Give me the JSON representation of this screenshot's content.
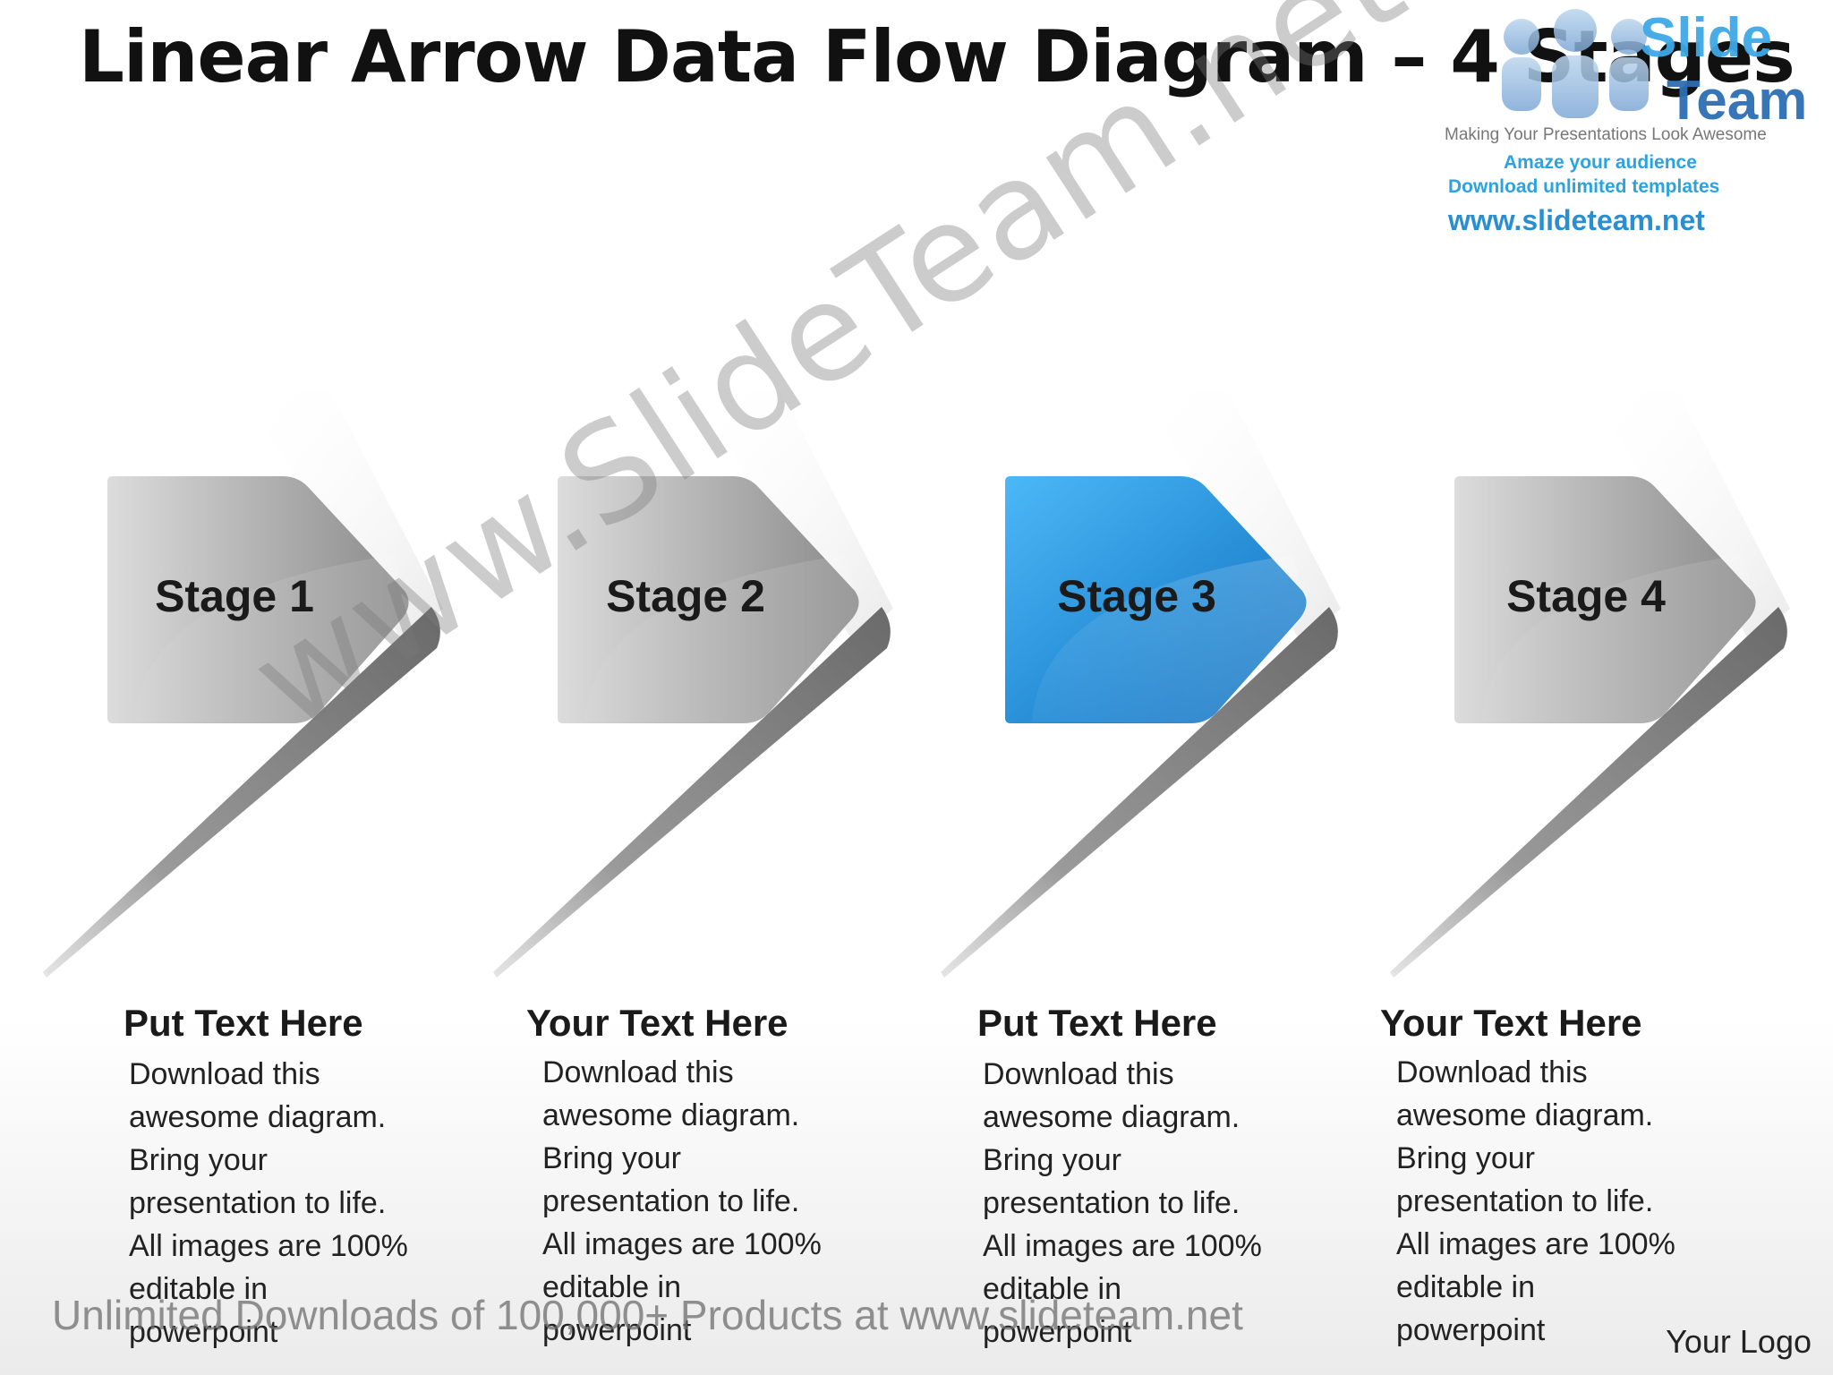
{
  "slide": {
    "title": "Linear Arrow Data Flow Diagram – 4 Stages"
  },
  "brand": {
    "word1": "Slide",
    "word2": "Team",
    "tagline": "Making Your Presentations Look Awesome",
    "line1": "Amaze your audience",
    "line2": "Download unlimited templates",
    "url": "www.slideteam.net",
    "icon": "people-group-icon"
  },
  "stages": [
    {
      "label": "Stage 1",
      "heading": "Put Text Here",
      "body": "Download this\nawesome diagram.\nBring your\npresentation to life.\nAll images are 100%\neditable in\npowerpoint",
      "highlight": false
    },
    {
      "label": "Stage 2",
      "heading": "Your Text Here",
      "body": "Download this\nawesome diagram.\nBring your\npresentation to life.\nAll images are 100%\neditable in\npowerpoint",
      "highlight": false
    },
    {
      "label": "Stage 3",
      "heading": "Put Text Here",
      "body": "Download this\nawesome diagram.\nBring your\npresentation to life.\nAll images are 100%\neditable in\npowerpoint",
      "highlight": true
    },
    {
      "label": "Stage 4",
      "heading": "Your Text Here",
      "body": "Download this\nawesome diagram.\nBring your\npresentation to life.\nAll images are 100%\neditable in\npowerpoint",
      "highlight": false
    }
  ],
  "colors": {
    "highlight_start": "#45b4f5",
    "highlight_end": "#0a6fc2",
    "gray_start": "#d9d9d9",
    "gray_end": "#8c8c8c"
  },
  "watermark": {
    "diagonal": "www.SlideTeam.net",
    "footer": "Unlimited Downloads of 100,000+ Products at www.slideteam.net"
  },
  "logo": "Your Logo"
}
